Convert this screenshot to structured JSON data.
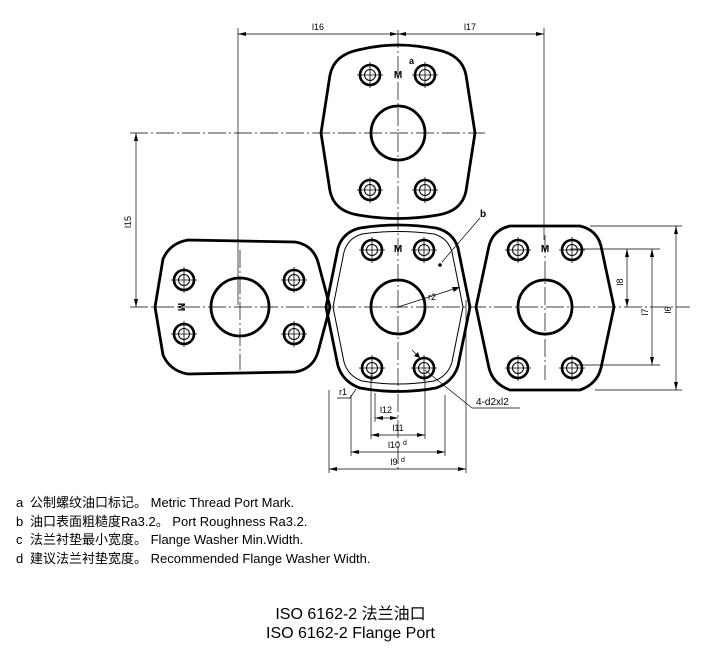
{
  "drawing": {
    "labels": {
      "l16": "l16",
      "l17": "l17",
      "l15": "l15",
      "l8": "l8",
      "l7": "l7",
      "l6": "l6",
      "r1": "r1",
      "r2": "r2",
      "l12": "l12",
      "l11": "l11",
      "l10d": "l10",
      "l9d": "l9",
      "d_sup": "d",
      "hole_callout": "4-d2xl2",
      "mark_a": "a",
      "mark_b": "b",
      "thread_mark": "M"
    }
  },
  "notes": [
    {
      "key": "a",
      "text": "公制螺纹油口标记。 Metric Thread Port Mark."
    },
    {
      "key": "b",
      "text": "油口表面粗糙度Ra3.2。 Port Roughness Ra3.2."
    },
    {
      "key": "c",
      "text": "法兰衬垫最小宽度。 Flange Washer Min.Width."
    },
    {
      "key": "d",
      "text": "建议法兰衬垫宽度。 Recommended Flange Washer Width."
    }
  ],
  "caption": {
    "line1": "ISO 6162-2   法兰油口",
    "line2": "ISO 6162-2   Flange Port"
  }
}
